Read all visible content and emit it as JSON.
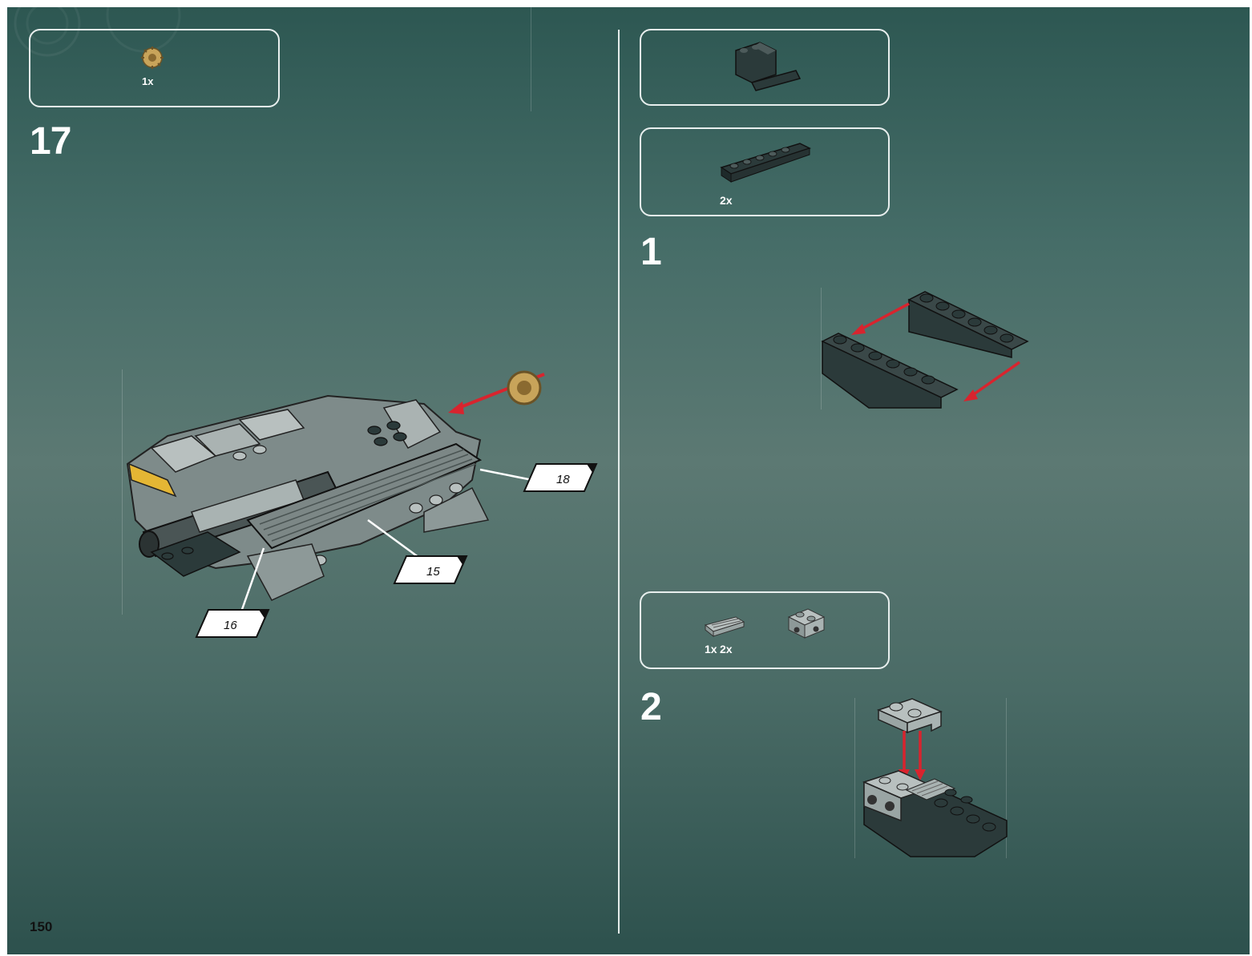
{
  "page_number": "150",
  "left_page": {
    "step_number": "17",
    "parts_callout": {
      "parts": [
        {
          "icon": "tan-gear-piece-icon",
          "quantity": "1x"
        }
      ]
    },
    "subassembly_refs": [
      "18",
      "15",
      "16"
    ]
  },
  "right_page": {
    "callouts": [
      {
        "parts": [
          {
            "icon": "dark-gray-assembled-block-icon"
          }
        ]
      },
      {
        "parts": [
          {
            "icon": "dark-gray-slope-brick-icon",
            "quantity": "2x"
          }
        ]
      },
      {
        "parts": [
          {
            "icon": "gray-grille-tile-icon",
            "quantity": "1x"
          },
          {
            "icon": "gray-bracket-brick-icon",
            "quantity": "2x"
          }
        ]
      }
    ],
    "steps": [
      {
        "number": "1"
      },
      {
        "number": "2"
      }
    ]
  },
  "colors": {
    "page_top": "#2d5752",
    "page_mid": "#5c7973",
    "callout_border": "#e8efee",
    "arrow_red": "#d8242e",
    "brick_dark": "#2b3a3a",
    "brick_light": "#a9b3b2"
  }
}
